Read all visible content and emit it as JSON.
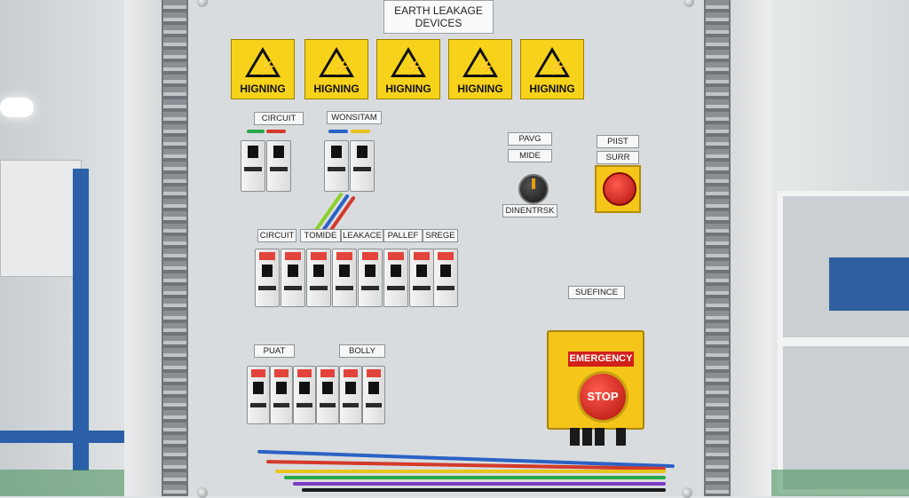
{
  "title_plate": {
    "line1": "EARTH LEAKAGE",
    "line2": "DEVICES"
  },
  "warning_signs": [
    "HIGNING",
    "HIGNING",
    "HIGNING",
    "HIGNING",
    "HIGNING"
  ],
  "labels": {
    "circuit_top": "CIRCUIT",
    "wonsitam": "WONSITAM",
    "pavg": "PAVG",
    "mide": "MIDE",
    "dinentrsk": "DINENTRSK",
    "piist": "PIIST",
    "surr": "SURR",
    "row_circuit": "CIRCUIT",
    "row_tomide": "TOMIDE",
    "row_leakace": "LEAKACE",
    "row_pallef": "PALLEF",
    "row_srege": "SREGE",
    "suefnce": "SUEFINCE",
    "puat": "PUAT",
    "bolly": "BOLLY"
  },
  "emergency": {
    "tag": "EMERGENCY",
    "stop": "STOP"
  },
  "colors": {
    "sign_yellow": "#f7d21a",
    "stop_red": "#d1201a",
    "panel_grey": "#d9dcde"
  },
  "icons": [
    "high-voltage-icon",
    "selector-knob-icon",
    "red-pushbutton-icon",
    "emergency-stop-icon"
  ]
}
